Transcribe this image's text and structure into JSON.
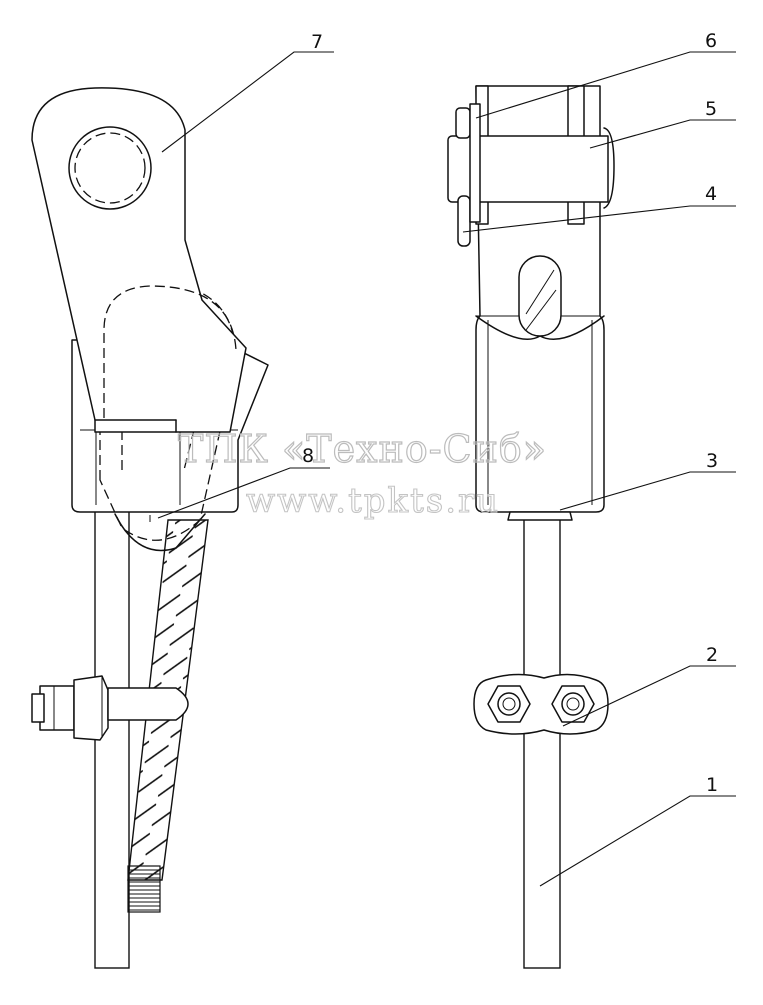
{
  "callouts": [
    {
      "id": "1",
      "label": "1"
    },
    {
      "id": "2",
      "label": "2"
    },
    {
      "id": "3",
      "label": "3"
    },
    {
      "id": "4",
      "label": "4"
    },
    {
      "id": "5",
      "label": "5"
    },
    {
      "id": "6",
      "label": "6"
    },
    {
      "id": "7",
      "label": "7"
    },
    {
      "id": "8",
      "label": "8"
    }
  ],
  "watermark": {
    "line1": "ТПК «Техно-Сиб»",
    "line2": "www.tpkts.ru"
  }
}
